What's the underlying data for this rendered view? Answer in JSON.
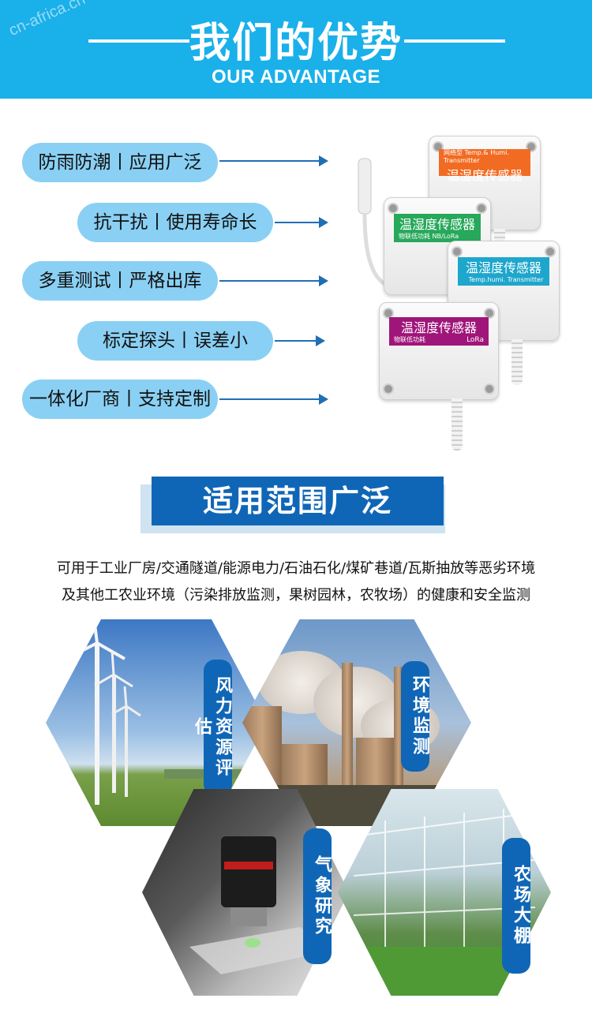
{
  "watermark": "cn-africa.cn",
  "header": {
    "title": "我们的优势",
    "subtitle": "OUR ADVANTAGE"
  },
  "advantages": [
    {
      "text": "防雨防潮丨应用广泛"
    },
    {
      "text": "抗干扰丨使用寿命长"
    },
    {
      "text": "多重测试丨严格出库"
    },
    {
      "text": "标定探头丨误差小"
    },
    {
      "text": "一体化厂商丨支持定制"
    }
  ],
  "sensors": [
    {
      "name": "温湿度传感器",
      "tag": "网络型",
      "sub": "Temp.& Humi. Transmitter",
      "color": "#f26b22"
    },
    {
      "name": "温湿度传感器",
      "sub": "物联低功耗",
      "sub2": "NB/LoRa",
      "color": "#27a85a"
    },
    {
      "name": "温湿度传感器",
      "sub": "Temp.humi. Transmitter",
      "color": "#1ea6cc"
    },
    {
      "name": "温湿度传感器",
      "sub": "物联低功耗",
      "sub2": "LoRa",
      "color": "#a0157a"
    }
  ],
  "section2": {
    "title": "适用范围广泛",
    "desc_line1": "可用于工业厂房/交通隧道/能源电力/石油石化/煤矿巷道/瓦斯抽放等恶劣环境",
    "desc_line2": "及其他工农业环境（污染排放监测，果树园林，农牧场）的健康和安全监测"
  },
  "applications": [
    {
      "label": "风力资源评估"
    },
    {
      "label": "环境监测"
    },
    {
      "label": "气象研究"
    },
    {
      "label": "农场大棚"
    }
  ]
}
